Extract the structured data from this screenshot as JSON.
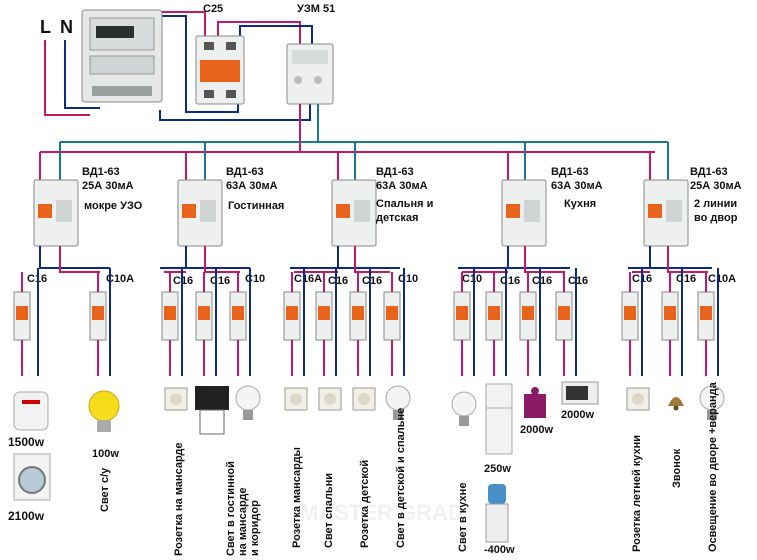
{
  "supply": {
    "l": "L",
    "n": "N"
  },
  "top": {
    "breaker": "C25",
    "relay": "УЗМ 51"
  },
  "rcds": [
    {
      "line1": "ВД1-63",
      "line2": "25А 30мА",
      "room": "мокре УЗО",
      "room2": ""
    },
    {
      "line1": "ВД1-63",
      "line2": "63А 30мА",
      "room": "Гостинная",
      "room2": ""
    },
    {
      "line1": "ВД1-63",
      "line2": "63А 30мА",
      "room": "Спальня и",
      "room2": "детская"
    },
    {
      "line1": "ВД1-63",
      "line2": "63А 30мА",
      "room": "Кухня",
      "room2": ""
    },
    {
      "line1": "ВД1-63",
      "line2": "25А 30мА",
      "room": "2 линии",
      "room2": "во двор"
    }
  ],
  "breakers": [
    "C16",
    "C10A",
    "C16",
    "C16",
    "C10",
    "C16A",
    "C16",
    "C16",
    "C10",
    "C10",
    "C16",
    "C16",
    "C16",
    "C16",
    "C16",
    "C10A"
  ],
  "loads": {
    "w1500": "1500w",
    "w2100": "2100w",
    "w100": "100w",
    "w250": "250w",
    "w2000a": "2000w",
    "w2000b": "2000w",
    "w400": "-400w"
  },
  "circuits": [
    "Свет с/у",
    "Розетка на мансарде",
    "Свет в гостинной на мансарде и коридор",
    "Розетка мансарды",
    "Свет спальни",
    "Розетка детской",
    "Свет в детской и спальне",
    "Свет в кухне",
    "Розетка летней кухни",
    "Звонок",
    "Освещение во дворе +веранда"
  ],
  "watermark": "MASTER GRAD"
}
